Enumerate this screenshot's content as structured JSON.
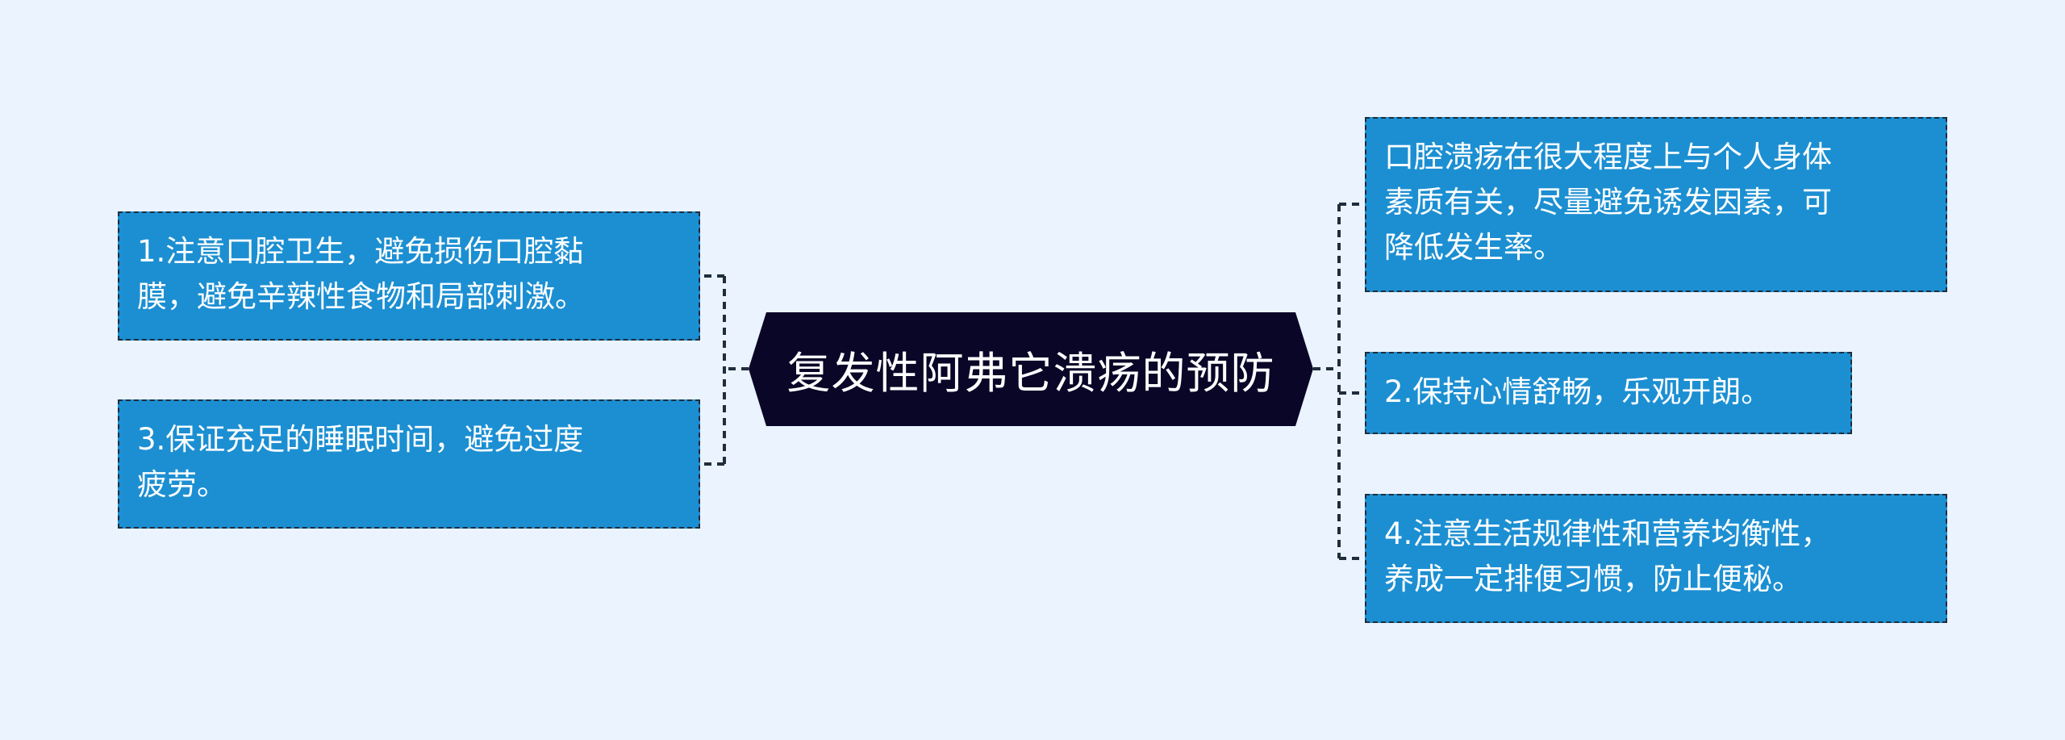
{
  "mindmap": {
    "center": {
      "label": "复发性阿弗它溃疡的预防"
    },
    "left": [
      {
        "label": "1.注意口腔卫生，避免损伤口腔黏\n膜，避免辛辣性食物和局部刺激。"
      },
      {
        "label": "3.保证充足的睡眠时间，避免过度\n疲劳。"
      }
    ],
    "right": [
      {
        "label": "口腔溃疡在很大程度上与个人身体\n素质有关，尽量避免诱发因素，可\n降低发生率。"
      },
      {
        "label": "2.保持心情舒畅，乐观开朗。"
      },
      {
        "label": "4.注意生活规律性和营养均衡性，\n养成一定排便习惯，防止便秘。"
      }
    ]
  },
  "colors": {
    "background": "#ebf3fe",
    "center_fill": "#0a0628",
    "leaf_fill": "#1c8fd2",
    "connector": "#1f2d3d",
    "text": "#ffffff"
  }
}
